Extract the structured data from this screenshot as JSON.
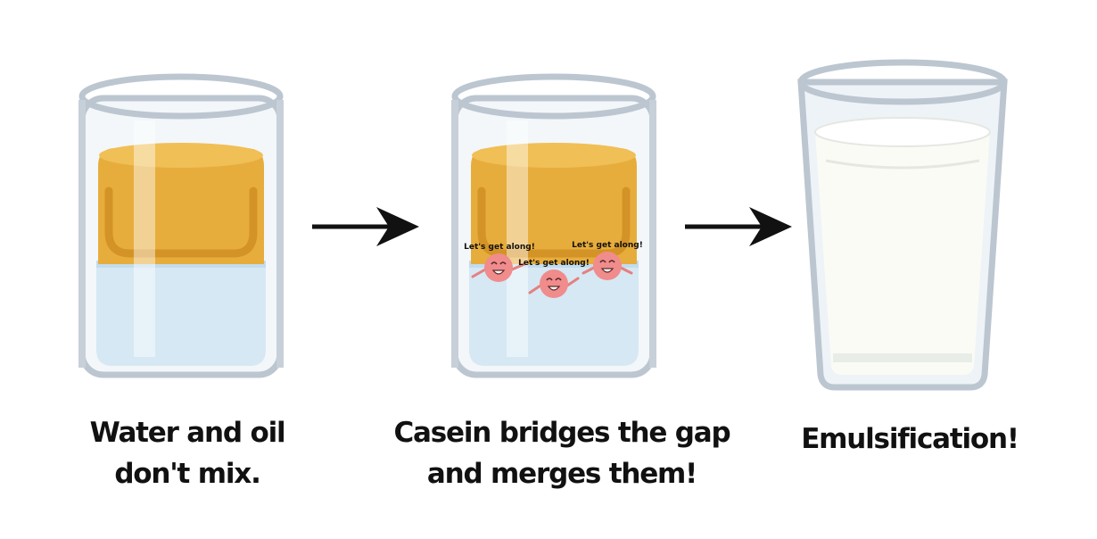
{
  "panels": [
    {
      "caption": "Water and oil\ndon't mix."
    },
    {
      "caption": "Casein bridges the gap\nand merges them!"
    },
    {
      "caption": "Emulsification!"
    }
  ],
  "casein_speech": [
    "Let's get along!",
    "Let's get along!",
    "Let's get along!"
  ],
  "colors": {
    "oil": "#e7ad3c",
    "oil_dark": "#d49326",
    "water": "#d6e8f4",
    "glass_rim": "#bcc6d0",
    "milk": "#fbfbf6",
    "casein": "#f08c8c",
    "arrow": "#111111"
  }
}
